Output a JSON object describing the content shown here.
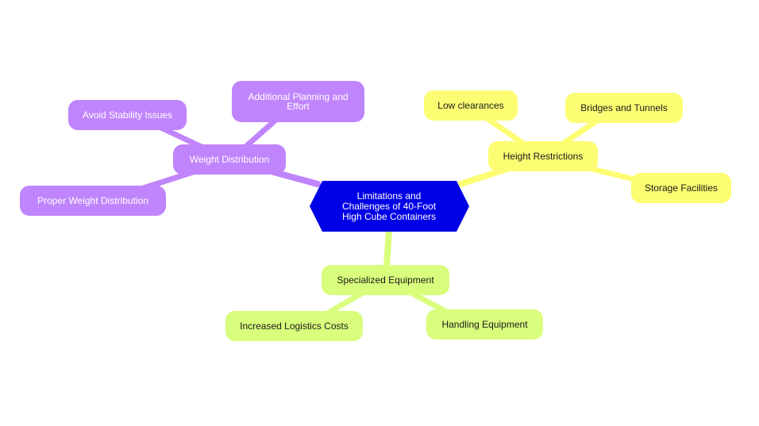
{
  "root": {
    "label": "Limitations and Challenges of 40-Foot High Cube Containers",
    "color": "#0000e6"
  },
  "branches": {
    "weight": {
      "label": "Weight Distribution",
      "color": "#c084fc",
      "children": [
        "Additional Planning and Effort",
        "Avoid Stability Issues",
        "Proper Weight Distribution"
      ]
    },
    "height": {
      "label": "Height Restrictions",
      "color": "#fdfd73",
      "children": [
        "Low clearances",
        "Bridges and Tunnels",
        "Storage Facilities"
      ]
    },
    "equipment": {
      "label": "Specialized Equipment",
      "color": "#d9fd7d",
      "children": [
        "Increased Logistics Costs",
        "Handling Equipment"
      ]
    }
  }
}
